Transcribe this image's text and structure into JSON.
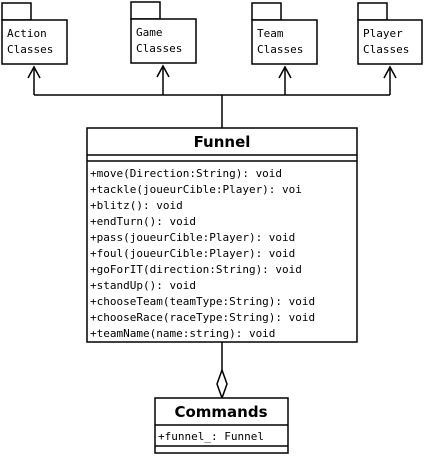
{
  "packages": [
    {
      "line1": "Action",
      "line2": "Classes"
    },
    {
      "line1": "Game",
      "line2": "Classes"
    },
    {
      "line1": "Team",
      "line2": "Classes"
    },
    {
      "line1": "Player",
      "line2": "Classes"
    }
  ],
  "funnel": {
    "name": "Funnel",
    "methods": [
      "+move(Direction:String): void",
      "+tackle(joueurCible:Player): voi",
      "+blitz(): void",
      "+endTurn(): void",
      "+pass(joueurCible:Player): void",
      "+foul(joueurCible:Player): void",
      "+goForIT(direction:String): void",
      "+standUp(): void",
      "+chooseTeam(teamType:String): void",
      "+chooseRace(raceType:String): void",
      "+teamName(name:string): void"
    ]
  },
  "commands": {
    "name": "Commands",
    "attribute": "+funnel_: Funnel"
  }
}
